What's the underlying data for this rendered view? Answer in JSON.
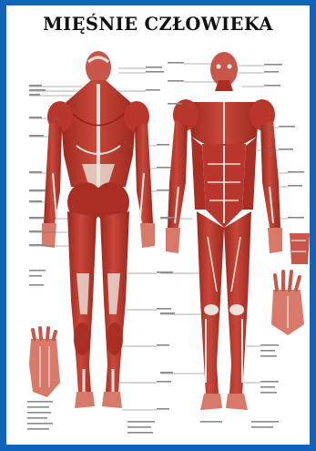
{
  "poster": {
    "title": "MIĘŚNIE CZŁOWIEKA",
    "colors": {
      "border": "#0f63b8",
      "muscle": "#b8362b",
      "muscle_dark": "#8f2219",
      "muscle_light": "#d8796a",
      "tendon": "#eae3db",
      "label_line": "#555555"
    },
    "figures": [
      "back-view-figure",
      "front-view-figure",
      "hand-detail",
      "foot-detail",
      "forearm-detail"
    ]
  }
}
